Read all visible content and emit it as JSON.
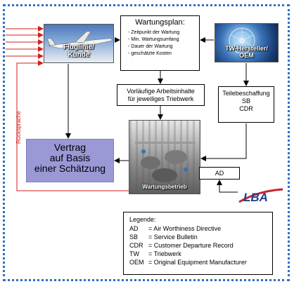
{
  "nodes": {
    "airline_label": "Fluglinie/\nKunde",
    "wartungsplan_title": "Wartungsplan:",
    "wartungsplan_items": [
      "- Zeitpunkt der Wartung",
      "- Min. Wartungsumfang",
      "- Dauer der Wartung",
      "- geschätzte Kosten"
    ],
    "oem_label": "TW-Hersteller/\nOEM",
    "vorl_text": "Vorläufige Arbeitsinhalte\nfür jeweiliges Triebwerk",
    "teile_text": "Teilebeschaffung\nSB\nCDR",
    "vertrag_text": "Vertrag\nauf Basis\neiner Schätzung",
    "werk_label": "Wartungsbetrieb",
    "ad_text": "AD",
    "lba_text": "LBA",
    "rueck_text": "Rücksprache"
  },
  "legend": {
    "title": "Legende:",
    "rows": [
      {
        "key": "AD",
        "value": "= Air Worthiness Directive"
      },
      {
        "key": "SB",
        "value": "= Service Bulletin"
      },
      {
        "key": "CDR",
        "value": "= Customer Departure Record"
      },
      {
        "key": "TW",
        "value": "= Triebwerk"
      },
      {
        "key": "OEM",
        "value": "= Original Equipment Manufacturer"
      }
    ]
  },
  "colors": {
    "frame": "#2f6fc0",
    "feedback_line": "#d21f1f",
    "contract_fill": "#9b98d6",
    "lba_blue": "#1f3f8f",
    "lba_red": "#c8242c"
  }
}
